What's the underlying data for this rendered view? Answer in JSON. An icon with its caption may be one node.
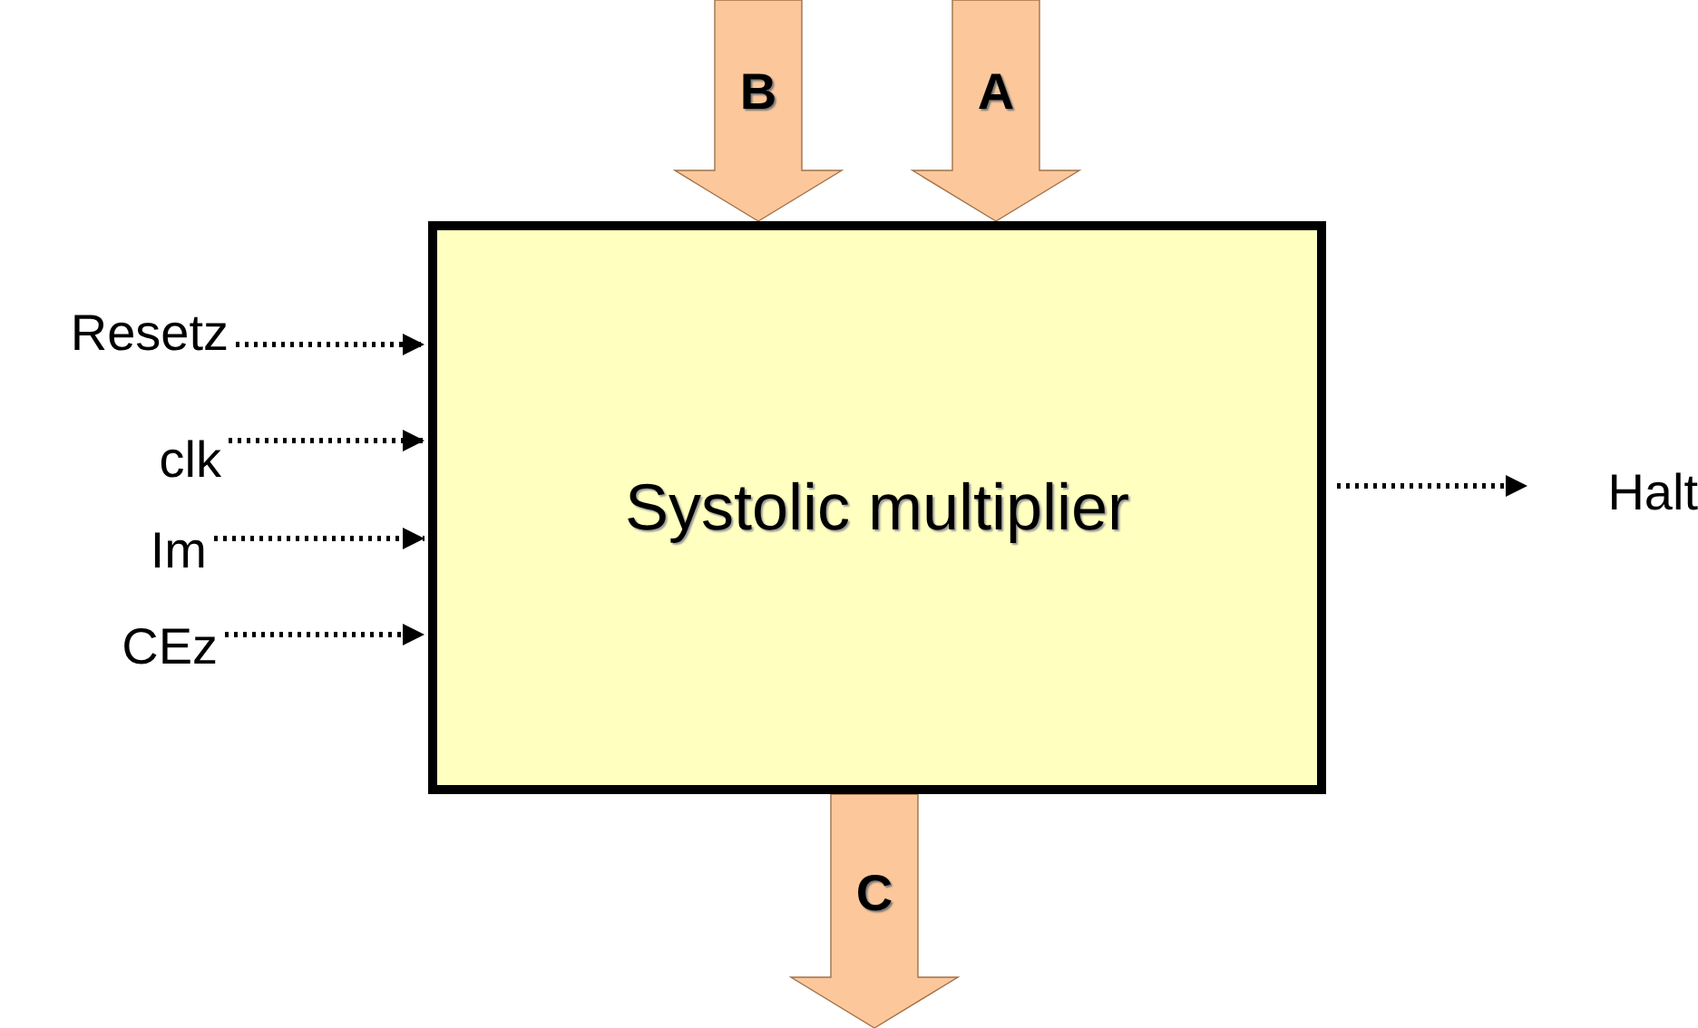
{
  "diagram": {
    "nodes": [
      {
        "text": [
          "Systolic multiplier"
        ]
      },
      {
        "text": [
          "Resetz"
        ]
      },
      {
        "text": [
          "clk"
        ]
      },
      {
        "text": [
          "Im"
        ]
      },
      {
        "text": [
          "CEz"
        ]
      },
      {
        "text": [
          "Halt"
        ]
      }
    ],
    "edges": [
      {
        "from": 1,
        "to": 0,
        "arrow": "to",
        "style": "dashed"
      },
      {
        "from": 2,
        "to": 0,
        "arrow": "to",
        "style": "dashed"
      },
      {
        "from": 3,
        "to": 0,
        "arrow": "to",
        "style": "dashed"
      },
      {
        "from": 4,
        "to": 0,
        "arrow": "to",
        "style": "dashed"
      },
      {
        "from": 0,
        "to": 5,
        "arrow": "to",
        "style": "dashed"
      },
      {
        "from": null,
        "to": 0,
        "arrow": "to",
        "label": "B",
        "style": "thick",
        "color": "#fcc89b"
      },
      {
        "from": null,
        "to": 0,
        "arrow": "to",
        "label": "A",
        "style": "thick",
        "color": "#fcc89b"
      },
      {
        "from": 0,
        "to": null,
        "arrow": "to",
        "label": "C",
        "style": "thick",
        "color": "#fcc89b"
      }
    ]
  }
}
